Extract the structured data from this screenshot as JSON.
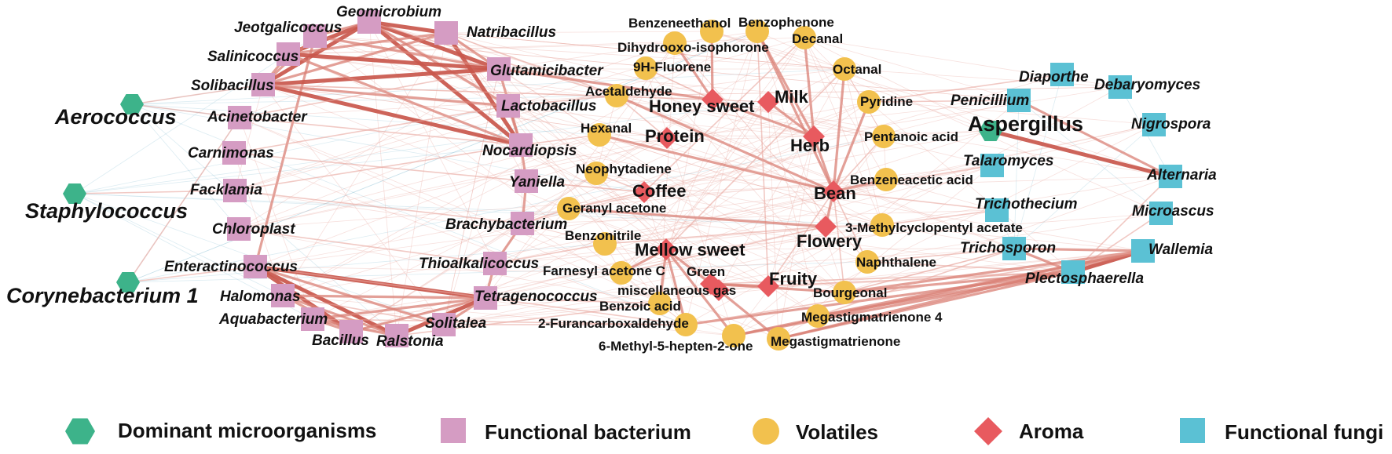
{
  "colors": {
    "dominant": "#3db38a",
    "bacterium": "#d59cc3",
    "volatile": "#f2c14e",
    "aroma": "#e85a5f",
    "fungi": "#5bc1d4",
    "strong_edge": "#c9574c",
    "weak_edge": "#e7a59d",
    "blue_edge": "#9cc9d9"
  },
  "legend": [
    {
      "shape": "hexagon",
      "label": "Dominant microorganisms",
      "color": "#3db38a"
    },
    {
      "shape": "square",
      "label": "Functional bacterium",
      "color": "#d59cc3"
    },
    {
      "shape": "circle",
      "label": "Volatiles",
      "color": "#f2c14e"
    },
    {
      "shape": "diamond",
      "label": "Aroma",
      "color": "#e85a5f"
    },
    {
      "shape": "square",
      "label": "Functional  fungi",
      "color": "#5bc1d4"
    }
  ],
  "nodes": [
    {
      "id": "aerococcus",
      "label": "Aerococcus",
      "group": "dominant"
    },
    {
      "id": "staphylococcus",
      "label": "Staphylococcus",
      "group": "dominant"
    },
    {
      "id": "corynebacterium",
      "label": "Corynebacterium 1",
      "group": "dominant"
    },
    {
      "id": "aspergillus",
      "label": "Aspergillus",
      "group": "dominant"
    },
    {
      "id": "geomicrobium",
      "label": "Geomicrobium",
      "group": "bacterium"
    },
    {
      "id": "jeotgalicoccus",
      "label": "Jeotgalicoccus",
      "group": "bacterium"
    },
    {
      "id": "natribacillus",
      "label": "Natribacillus",
      "group": "bacterium"
    },
    {
      "id": "salinicoccus",
      "label": "Salinicoccus",
      "group": "bacterium"
    },
    {
      "id": "glutamicibacter",
      "label": "Glutamicibacter",
      "group": "bacterium"
    },
    {
      "id": "solibacillus",
      "label": "Solibacillus",
      "group": "bacterium"
    },
    {
      "id": "lactobacillus",
      "label": "Lactobacillus",
      "group": "bacterium"
    },
    {
      "id": "acinetobacter",
      "label": "Acinetobacter",
      "group": "bacterium"
    },
    {
      "id": "nocardiopsis",
      "label": "Nocardiopsis",
      "group": "bacterium"
    },
    {
      "id": "carnimonas",
      "label": "Carnimonas",
      "group": "bacterium"
    },
    {
      "id": "yaniella",
      "label": "Yaniella",
      "group": "bacterium"
    },
    {
      "id": "facklamia",
      "label": "Facklamia",
      "group": "bacterium"
    },
    {
      "id": "brachybacterium",
      "label": "Brachybacterium",
      "group": "bacterium"
    },
    {
      "id": "chloroplast",
      "label": "Chloroplast",
      "group": "bacterium"
    },
    {
      "id": "thioalkalicoccus",
      "label": "Thioalkalicoccus",
      "group": "bacterium"
    },
    {
      "id": "enteractinococcus",
      "label": "Enteractinococcus",
      "group": "bacterium"
    },
    {
      "id": "tetragenococcus",
      "label": "Tetragenococcus",
      "group": "bacterium"
    },
    {
      "id": "halomonas",
      "label": "Halomonas",
      "group": "bacterium"
    },
    {
      "id": "aquabacterium",
      "label": "Aquabacterium",
      "group": "bacterium"
    },
    {
      "id": "solitalea",
      "label": "Solitalea",
      "group": "bacterium"
    },
    {
      "id": "bacillus",
      "label": "Bacillus",
      "group": "bacterium"
    },
    {
      "id": "ralstonia",
      "label": "Ralstonia",
      "group": "bacterium"
    },
    {
      "id": "benzeneethanol",
      "label": "Benzeneethanol",
      "group": "volatile"
    },
    {
      "id": "benzophenone",
      "label": "Benzophenone",
      "group": "volatile"
    },
    {
      "id": "dihydrooxo",
      "label": "Dihydrooxo-isophorone",
      "group": "volatile"
    },
    {
      "id": "decanal",
      "label": "Decanal",
      "group": "volatile"
    },
    {
      "id": "fluorene",
      "label": "9H-Fluorene",
      "group": "volatile"
    },
    {
      "id": "octanal",
      "label": "Octanal",
      "group": "volatile"
    },
    {
      "id": "acetaldehyde",
      "label": "Acetaldehyde",
      "group": "volatile"
    },
    {
      "id": "pyridine",
      "label": "Pyridine",
      "group": "volatile"
    },
    {
      "id": "hexanal",
      "label": "Hexanal",
      "group": "volatile"
    },
    {
      "id": "pentanoic",
      "label": "Pentanoic acid",
      "group": "volatile"
    },
    {
      "id": "neophytadiene",
      "label": "Neophytadiene",
      "group": "volatile"
    },
    {
      "id": "benzeneacetic",
      "label": "Benzeneacetic acid",
      "group": "volatile"
    },
    {
      "id": "geranyl",
      "label": "Geranyl acetone",
      "group": "volatile"
    },
    {
      "id": "methylcyclopentyl",
      "label": "3-Methylcyclopentyl acetate",
      "group": "volatile"
    },
    {
      "id": "benzonitrile",
      "label": "Benzonitrile",
      "group": "volatile"
    },
    {
      "id": "farnesyl",
      "label": "Farnesyl acetone C",
      "group": "volatile"
    },
    {
      "id": "naphthalene",
      "label": "Naphthalene",
      "group": "volatile"
    },
    {
      "id": "bourgeonal",
      "label": "Bourgeonal",
      "group": "volatile"
    },
    {
      "id": "benzoic",
      "label": "Benzoic acid",
      "group": "volatile"
    },
    {
      "id": "megastig4",
      "label": "Megastigmatrienone 4",
      "group": "volatile"
    },
    {
      "id": "furancarbox",
      "label": "2-Furancarboxaldehyde",
      "group": "volatile"
    },
    {
      "id": "methylhepten",
      "label": "6-Methyl-5-hepten-2-one",
      "group": "volatile"
    },
    {
      "id": "megastig",
      "label": "Megastigmatrienone",
      "group": "volatile"
    },
    {
      "id": "honeysweet",
      "label": "Honey sweet",
      "group": "aroma"
    },
    {
      "id": "milk",
      "label": "Milk",
      "group": "aroma"
    },
    {
      "id": "protein",
      "label": "Protein",
      "group": "aroma"
    },
    {
      "id": "herb",
      "label": "Herb",
      "group": "aroma"
    },
    {
      "id": "coffee",
      "label": "Coffee",
      "group": "aroma"
    },
    {
      "id": "bean",
      "label": "Bean",
      "group": "aroma"
    },
    {
      "id": "flowery",
      "label": "Flowery",
      "group": "aroma"
    },
    {
      "id": "mellowsweet",
      "label": "Mellow sweet",
      "group": "aroma"
    },
    {
      "id": "green",
      "label": "Green",
      "group": "aroma"
    },
    {
      "id": "fruity",
      "label": "Fruity",
      "group": "aroma"
    },
    {
      "id": "miscgas",
      "label": "miscellaneous gas",
      "group": "aroma"
    },
    {
      "id": "diaporthe",
      "label": "Diaporthe",
      "group": "fungi"
    },
    {
      "id": "debaryomyces",
      "label": "Debaryomyces",
      "group": "fungi"
    },
    {
      "id": "penicillium",
      "label": "Penicillium",
      "group": "fungi"
    },
    {
      "id": "nigrospora",
      "label": "Nigrospora",
      "group": "fungi"
    },
    {
      "id": "talaromyces",
      "label": "Talaromyces",
      "group": "fungi"
    },
    {
      "id": "alternaria",
      "label": "Alternaria",
      "group": "fungi"
    },
    {
      "id": "trichothecium",
      "label": "Trichothecium",
      "group": "fungi"
    },
    {
      "id": "microascus",
      "label": "Microascus",
      "group": "fungi"
    },
    {
      "id": "trichosporon",
      "label": "Trichosporon",
      "group": "fungi"
    },
    {
      "id": "wallemia",
      "label": "Wallemia",
      "group": "fungi"
    },
    {
      "id": "plectosphaerella",
      "label": "Plectosphaerella",
      "group": "fungi"
    }
  ],
  "edges": [
    [
      "geomicrobium",
      "solibacillus",
      3
    ],
    [
      "geomicrobium",
      "natribacillus",
      3
    ],
    [
      "geomicrobium",
      "glutamicibacter",
      3
    ],
    [
      "geomicrobium",
      "nocardiopsis",
      3
    ],
    [
      "geomicrobium",
      "salinicoccus",
      3
    ],
    [
      "geomicrobium",
      "lactobacillus",
      2
    ],
    [
      "geomicrobium",
      "jeotgalicoccus",
      2
    ],
    [
      "natribacillus",
      "nocardiopsis",
      3
    ],
    [
      "natribacillus",
      "solibacillus",
      2
    ],
    [
      "natribacillus",
      "glutamicibacter",
      2
    ],
    [
      "natribacillus",
      "salinicoccus",
      2
    ],
    [
      "jeotgalicoccus",
      "glutamicibacter",
      2
    ],
    [
      "jeotgalicoccus",
      "solibacillus",
      2
    ],
    [
      "jeotgalicoccus",
      "enteractinococcus",
      2
    ],
    [
      "salinicoccus",
      "glutamicibacter",
      3
    ],
    [
      "solibacillus",
      "glutamicibacter",
      3
    ],
    [
      "solibacillus",
      "nocardiopsis",
      3
    ],
    [
      "solibacillus",
      "lactobacillus",
      2
    ],
    [
      "salinicoccus",
      "nocardiopsis",
      2
    ],
    [
      "glutamicibacter",
      "nocardiopsis",
      2
    ],
    [
      "lactobacillus",
      "nocardiopsis",
      2
    ],
    [
      "solibacillus",
      "salinicoccus",
      2
    ],
    [
      "geomicrobium",
      "acetaldehyde",
      1
    ],
    [
      "natribacillus",
      "acetaldehyde",
      1
    ],
    [
      "glutamicibacter",
      "honeysweet",
      2
    ],
    [
      "solibacillus",
      "honeysweet",
      1
    ],
    [
      "nocardiopsis",
      "yaniella",
      2
    ],
    [
      "yaniella",
      "brachybacterium",
      2
    ],
    [
      "enteractinococcus",
      "tetragenococcus",
      3
    ],
    [
      "enteractinococcus",
      "bacillus",
      3
    ],
    [
      "enteractinococcus",
      "ralstonia",
      3
    ],
    [
      "enteractinococcus",
      "solitalea",
      2
    ],
    [
      "halomonas",
      "ralstonia",
      2
    ],
    [
      "halomonas",
      "tetragenococcus",
      2
    ],
    [
      "aquabacterium",
      "tetragenococcus",
      2
    ],
    [
      "aquabacterium",
      "bacillus",
      2
    ],
    [
      "bacillus",
      "tetragenococcus",
      2
    ],
    [
      "ralstonia",
      "tetragenococcus",
      3
    ],
    [
      "solitalea",
      "tetragenococcus",
      2
    ],
    [
      "halomonas",
      "bacillus",
      2
    ],
    [
      "thioalkalicoccus",
      "tetragenococcus",
      2
    ],
    [
      "brachybacterium",
      "thioalkalicoccus",
      2
    ],
    [
      "hexanal",
      "bean",
      2
    ],
    [
      "acetaldehyde",
      "bean",
      2
    ],
    [
      "milk",
      "herb",
      2
    ],
    [
      "honeysweet",
      "herb",
      2
    ],
    [
      "herb",
      "bean",
      2
    ],
    [
      "pyridine",
      "bean",
      2
    ],
    [
      "octanal",
      "bean",
      2
    ],
    [
      "decanal",
      "herb",
      2
    ],
    [
      "benzophenone",
      "herb",
      2
    ],
    [
      "benzophenone",
      "bean",
      2
    ],
    [
      "benzeneacetic",
      "bean",
      2
    ],
    [
      "pentanoic",
      "bean",
      1
    ],
    [
      "bean",
      "flowery",
      2
    ],
    [
      "coffee",
      "geranyl",
      1
    ],
    [
      "coffee",
      "neophytadiene",
      1
    ],
    [
      "mellowsweet",
      "green",
      2
    ],
    [
      "mellowsweet",
      "farnesyl",
      2
    ],
    [
      "mellowsweet",
      "benzoic",
      2
    ],
    [
      "green",
      "fruity",
      2
    ],
    [
      "green",
      "megastig",
      2
    ],
    [
      "green",
      "bourgeonal",
      2
    ],
    [
      "flowery",
      "methylcyclopentyl",
      1
    ],
    [
      "flowery",
      "farnesyl",
      1
    ],
    [
      "fruity",
      "bean",
      1
    ],
    [
      "bourgeonal",
      "bean",
      1
    ],
    [
      "naphthalene",
      "bean",
      1
    ],
    [
      "furancarbox",
      "mellowsweet",
      2
    ],
    [
      "methylhepten",
      "mellowsweet",
      2
    ],
    [
      "benzeneethanol",
      "honeysweet",
      2
    ],
    [
      "dihydrooxo",
      "honeysweet",
      2
    ],
    [
      "fluorene",
      "honeysweet",
      1
    ],
    [
      "benzophenone",
      "fruity",
      1
    ],
    [
      "benzoic",
      "tetragenococcus",
      1
    ],
    [
      "geranyl",
      "flowery",
      2
    ],
    [
      "benzonitrile",
      "flowery",
      1
    ],
    [
      "acetaldehyde",
      "protein",
      1
    ],
    [
      "decanal",
      "coffee",
      1
    ],
    [
      "octanal",
      "mellowsweet",
      1
    ],
    [
      "aspergillus",
      "alternaria",
      3
    ],
    [
      "penicillium",
      "alternaria",
      2
    ],
    [
      "plectosphaerella",
      "wallemia",
      3
    ],
    [
      "trichosporon",
      "wallemia",
      2
    ],
    [
      "trichosporon",
      "plectosphaerella",
      2
    ],
    [
      "microascus",
      "plectosphaerella",
      1
    ],
    [
      "alternaria",
      "plectosphaerella",
      1
    ],
    [
      "plectosphaerella",
      "furancarbox",
      2
    ],
    [
      "plectosphaerella",
      "megastig",
      2
    ],
    [
      "plectosphaerella",
      "bourgeonal",
      2
    ],
    [
      "plectosphaerella",
      "megastig4",
      2
    ],
    [
      "plectosphaerella",
      "methylhepten",
      2
    ],
    [
      "plectosphaerella",
      "naphthalene",
      1
    ],
    [
      "plectosphaerella",
      "fruity",
      1
    ],
    [
      "plectosphaerella",
      "green",
      1
    ],
    [
      "wallemia",
      "megastig",
      2
    ],
    [
      "wallemia",
      "megastig4",
      2
    ],
    [
      "wallemia",
      "bourgeonal",
      2
    ],
    [
      "wallemia",
      "methylhepten",
      2
    ],
    [
      "wallemia",
      "furancarbox",
      1
    ],
    [
      "trichosporon",
      "megastig4",
      1
    ],
    [
      "trichosporon",
      "bourgeonal",
      1
    ],
    [
      "trichosporon",
      "naphthalene",
      1
    ],
    [
      "talaromyces",
      "bean",
      1
    ],
    [
      "penicillium",
      "pyridine",
      1
    ],
    [
      "trichothecium",
      "methylcyclopentyl",
      1
    ],
    [
      "trichothecium",
      "bean",
      1
    ],
    [
      "diaporthe",
      "pyridine",
      1
    ],
    [
      "enteractinococcus",
      "furancarbox",
      1
    ],
    [
      "solitalea",
      "furancarbox",
      1
    ],
    [
      "ralstonia",
      "benzoic",
      1
    ],
    [
      "aquabacterium",
      "furancarbox",
      1
    ],
    [
      "thioalkalicoccus",
      "benzonitrile",
      1
    ],
    [
      "brachybacterium",
      "geranyl",
      1
    ],
    [
      "yaniella",
      "coffee",
      1
    ],
    [
      "nocardiopsis",
      "hexanal",
      1
    ],
    [
      "lactobacillus",
      "acetaldehyde",
      1
    ],
    [
      "corynebacterium",
      "enteractinococcus",
      1
    ],
    [
      "corynebacterium",
      "acinetobacter",
      1
    ],
    [
      "staphylococcus",
      "facklamia",
      1
    ],
    [
      "aerococcus",
      "solibacillus",
      1
    ],
    [
      "aerococcus",
      "acinetobacter",
      1
    ],
    [
      "acinetobacter",
      "nocardiopsis",
      1
    ],
    [
      "carnimonas",
      "yaniella",
      1
    ],
    [
      "facklamia",
      "brachybacterium",
      1
    ],
    [
      "chloroplast",
      "thioalkalicoccus",
      1
    ],
    [
      "facklamia",
      "nocardiopsis",
      1
    ],
    [
      "carnimonas",
      "lactobacillus",
      1
    ],
    [
      "acinetobacter",
      "glutamicibacter",
      1
    ],
    [
      "halomonas",
      "solitalea",
      1
    ],
    [
      "aquabacterium",
      "ralstonia",
      2
    ]
  ]
}
